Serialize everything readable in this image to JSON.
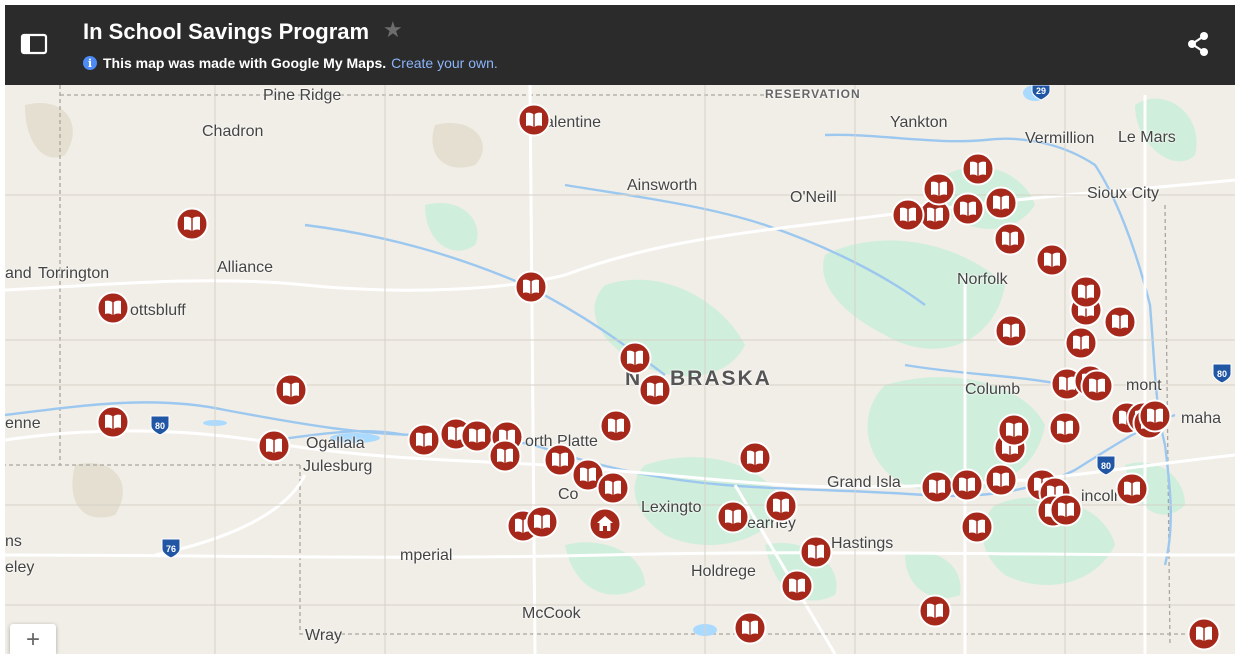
{
  "header": {
    "title": "In School Savings Program",
    "notice_text": "This map was made with Google My Maps.",
    "create_link": "Create your own."
  },
  "map": {
    "labels": {
      "pine_ridge": "Pine Ridge",
      "reservation": "RESERVATION",
      "chadron": "Chadron",
      "valentine": "alentine",
      "yankton": "Yankton",
      "vermillion": "Vermillion",
      "le_mars": "Le Mars",
      "ainsworth": "Ainsworth",
      "oneill": "O'Neill",
      "sioux_city": "Sioux City",
      "torrington": "Torrington",
      "and": "and",
      "alliance": "Alliance",
      "norfolk": "Norfolk",
      "scottsbluff": "ottsbluff",
      "nebraska": "BRASKA",
      "nebraska_ne": "N",
      "columbus": "Columb",
      "fremont": "mont",
      "omaha": "maha",
      "cheyenne": "enne",
      "ogallala": "Ogallala",
      "julesburg": "Julesburg",
      "north_platte": "orth Platte",
      "grand_island": "Grand Isla",
      "lincoln": "incoln",
      "cozad": "Co",
      "lexington": "Lexingto",
      "kearney": "earney",
      "hastings": "Hastings",
      "holdrege": "Holdrege",
      "imperial": "mperial",
      "mccook": "McCook",
      "wray": "Wray",
      "ns": "ns",
      "eley": "eley"
    },
    "shields": {
      "i80_west": "80",
      "i80_east": "80",
      "i76": "76",
      "i29": "29",
      "i80_far": "80"
    },
    "zoom_in_label": "+",
    "colors": {
      "marker": "#a5281b",
      "water": "#aadaff",
      "park": "#c8ecd6",
      "road": "#ffffff",
      "interstate_shield": "#2156a5"
    }
  }
}
